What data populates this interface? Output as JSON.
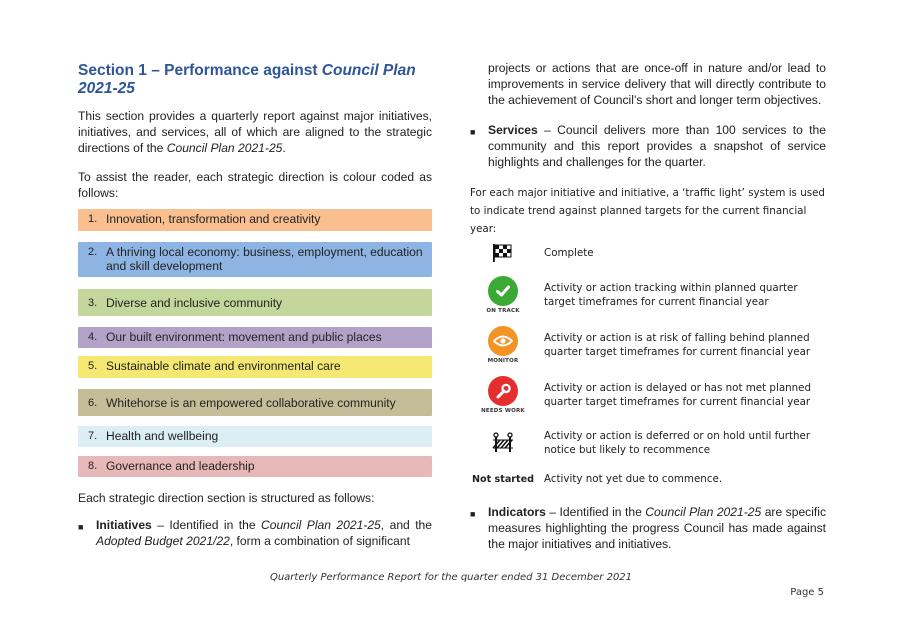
{
  "left": {
    "title_main": "Section 1 – Performance against ",
    "title_italic": "Council Plan 2021-25",
    "intro_p1_a": "This section provides a quarterly report against major initiatives, initiatives, and services, all of which are aligned to the strategic directions of the ",
    "intro_p1_i": "Council Plan 2021-25",
    "intro_p1_b": ".",
    "intro_p2": "To assist the reader, each strategic direction is colour coded as follows:",
    "directions": [
      {
        "num": "1.",
        "label": "Innovation, transformation and creativity",
        "color": "#f9bf8f"
      },
      {
        "num": "2.",
        "label": "A thriving local economy: business, employment, education and skill development",
        "color": "#8eb4e3"
      },
      {
        "num": "3.",
        "label": "Diverse and inclusive community",
        "color": "#c3d69b"
      },
      {
        "num": "4.",
        "label": "Our built environment: movement and public places",
        "color": "#b3a2c7"
      },
      {
        "num": "5.",
        "label": "Sustainable climate and environmental care",
        "color": "#f5e872"
      },
      {
        "num": "6.",
        "label": "Whitehorse is an empowered collaborative community",
        "color": "#c4bd97"
      },
      {
        "num": "7.",
        "label": "Health and wellbeing",
        "color": "#dbeef4"
      },
      {
        "num": "8.",
        "label": "Governance and leadership",
        "color": "#e6b9b8"
      }
    ],
    "structure_intro": "Each strategic direction section is structured as follows:",
    "initiatives_head": "Initiatives",
    "initiatives_t1": " – Identified in the ",
    "initiatives_i1": "Council Plan 2021-25",
    "initiatives_t2": ", and the ",
    "initiatives_i2": "Adopted Budget 2021/22",
    "initiatives_t3": ", form a combination of significant"
  },
  "right": {
    "cont_text": "projects or actions that are once-off in nature and/or lead to improvements in service delivery that will directly contribute to the achievement of Council’s short and longer term objectives.",
    "services_head": "Services",
    "services_text": " – Council delivers more than 100 services to the community and this report provides a snapshot of service highlights and challenges for the quarter.",
    "traffic_intro": "For each major initiative and initiative, a ‘traffic light’ system is used to indicate trend against planned targets for the current financial year:",
    "legend": [
      {
        "icon": "checkered-flag-icon",
        "caption": "",
        "text": "Complete"
      },
      {
        "icon": "check-icon",
        "caption": "ON TRACK",
        "color": "#3aaa35",
        "text": "Activity or action tracking within planned quarter target timeframes for current financial year"
      },
      {
        "icon": "eye-icon",
        "caption": "MONITOR",
        "color": "#f39325",
        "text": "Activity or action is at risk of falling behind planned quarter target timeframes for current financial year"
      },
      {
        "icon": "wrench-icon",
        "caption": "NEEDS WORK",
        "color": "#e52f2f",
        "text": "Activity or action is delayed or has not met planned quarter target timeframes for current financial year"
      },
      {
        "icon": "barrier-icon",
        "caption": "",
        "text": "Activity or action is deferred or on hold until further notice but likely to recommence"
      },
      {
        "icon": "",
        "caption": "Not started",
        "text": "Activity not yet due to commence."
      }
    ],
    "indicators_head": "Indicators",
    "indicators_t1": " – Identified in the ",
    "indicators_i1": "Council Plan 2021-25",
    "indicators_t2": " are specific measures highlighting the progress Council has made against the major initiatives and initiatives."
  },
  "footer": {
    "text": "Quarterly Performance Report for the quarter ended 31 December 2021",
    "page": "Page 5"
  }
}
